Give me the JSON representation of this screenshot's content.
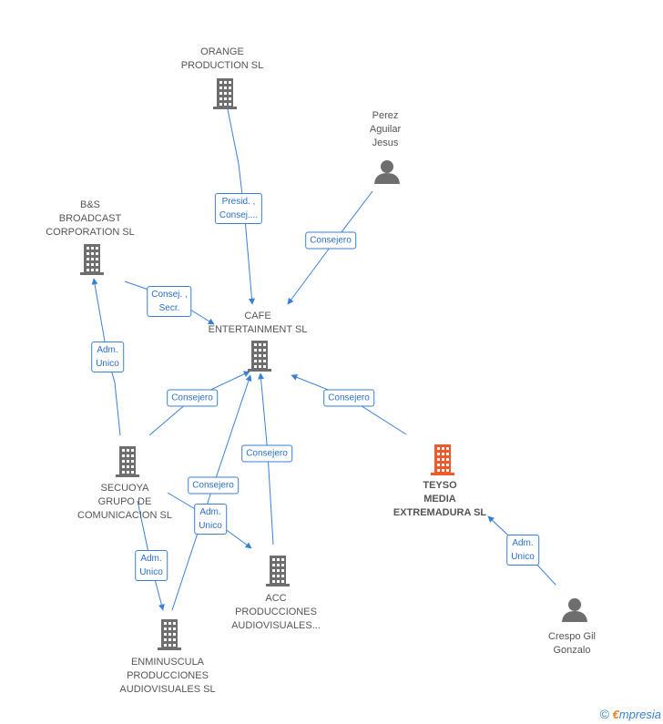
{
  "nodes": {
    "orange": {
      "label": "ORANGE\nPRODUCTION  SL",
      "type": "company"
    },
    "perez": {
      "label": "Perez\nAguilar\nJesus",
      "type": "person"
    },
    "bs": {
      "label": "B&S\nBROADCAST\nCORPORATION SL",
      "type": "company"
    },
    "cafe": {
      "label": "CAFE\nENTERTAINMENT SL",
      "type": "company"
    },
    "secuoya": {
      "label": "SECUOYA\nGRUPO DE\nCOMUNICACION SL",
      "type": "company"
    },
    "teyso": {
      "label": "TEYSO\nMEDIA\nEXTREMADURA SL",
      "type": "company-focus"
    },
    "acc": {
      "label": "ACC\nPRODUCCIONES\nAUDIOVISUALES...",
      "type": "company"
    },
    "enminuscula": {
      "label": "ENMINUSCULA\nPRODUCCIONES\nAUDIOVISUALES SL",
      "type": "company"
    },
    "crespo": {
      "label": "Crespo Gil\nGonzalo",
      "type": "person"
    }
  },
  "edges": [
    {
      "label": "Presid. ,\nConsej....",
      "from": "orange",
      "to": "cafe"
    },
    {
      "label": "Consejero",
      "from": "perez",
      "to": "cafe"
    },
    {
      "label": "Consej. ,\nSecr.",
      "from": "bs",
      "to": "cafe"
    },
    {
      "label": "Adm.\nUnico",
      "from": "secuoya",
      "to": "bs"
    },
    {
      "label": "Consejero",
      "from": "secuoya",
      "to": "cafe"
    },
    {
      "label": "Consejero",
      "from": "teyso",
      "to": "cafe"
    },
    {
      "label": "Consejero",
      "from": "acc",
      "to": "cafe"
    },
    {
      "label": "Consejero",
      "from": "enminuscula",
      "to": "cafe"
    },
    {
      "label": "Adm.\nUnico",
      "from": "secuoya",
      "to": "acc"
    },
    {
      "label": "Adm.\nUnico",
      "from": "secuoya",
      "to": "enminuscula"
    },
    {
      "label": "Adm.\nUnico",
      "from": "crespo",
      "to": "teyso"
    }
  ],
  "colors": {
    "company": "#6e6e6e",
    "focus": "#f05a2a",
    "edge": "#3a7fd5"
  },
  "footer": {
    "copyright": "©",
    "brand_initial": "€",
    "brand_rest": "mpresia"
  }
}
